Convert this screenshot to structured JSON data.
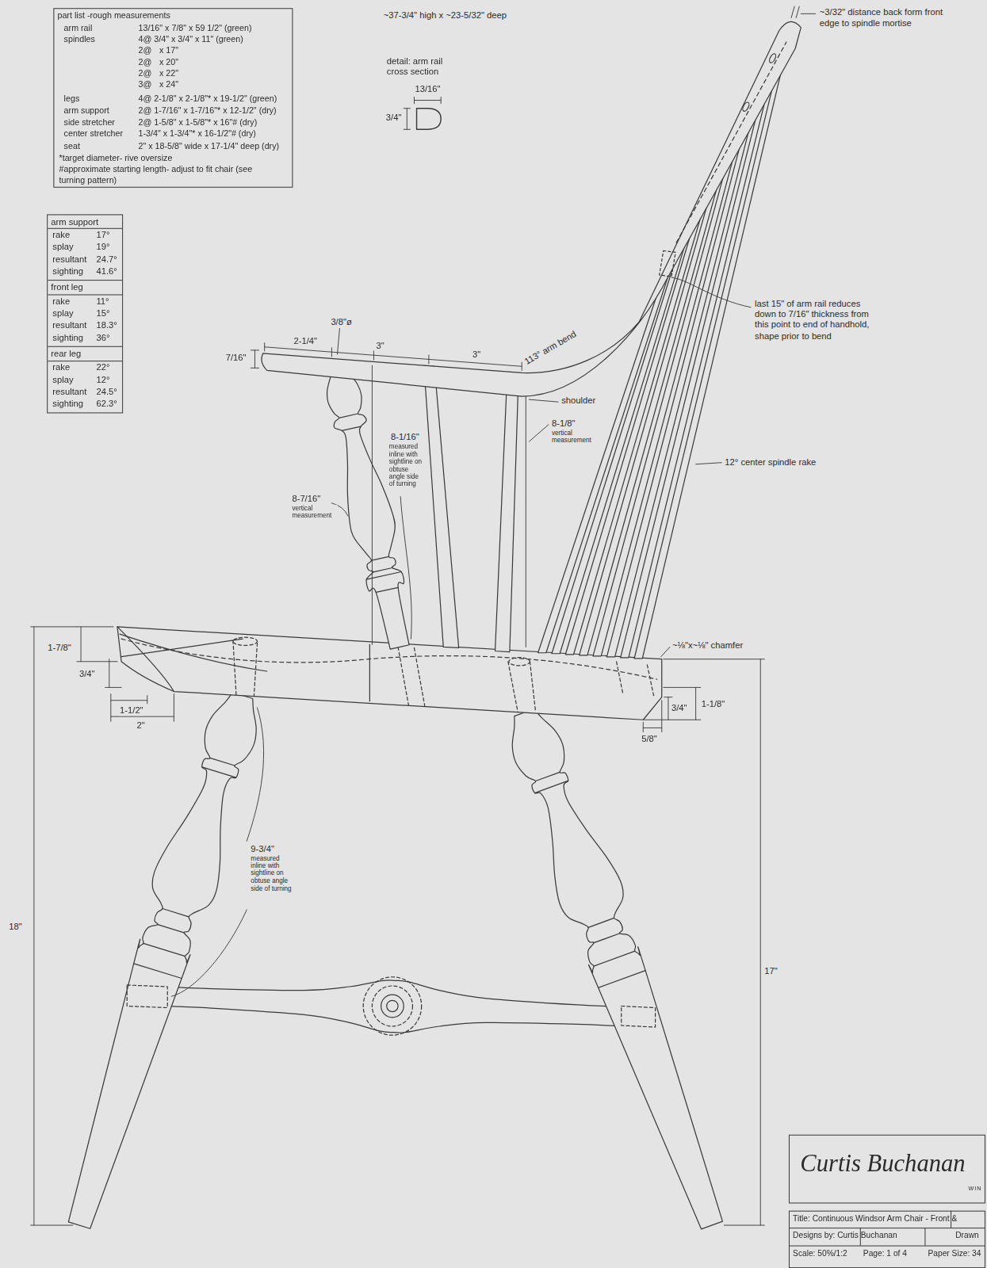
{
  "diagram": {
    "nodes": [
      {
        "text": [
          "part list -rough measurements",
          "arm rail",
          "13/16\" x 7/8\" x 59 1/2\" (green)",
          "spindles",
          "4@ 3/4\" x 3/4\" x 11\" (green)",
          "2@",
          "x 17\"",
          "2@",
          "x 20\"",
          "2@",
          "x 22\"",
          "3@",
          "x 24\"",
          "legs",
          "4@ 2-1/8\" x 2-1/8\"* x 19-1/2\" (green)",
          "arm support",
          "2@ 1-7/16\" x 1-7/16\"* x 12-1/2\" (dry)",
          "side stretcher",
          "2@ 1-5/8\" x 1-5/8\"* x 16\"# (dry)",
          "center stretcher",
          "1-3/4\" x 1-3/4\"* x 16-1/2\"# (dry)",
          "seat",
          "2\" x 18-5/8\" wide x 17-1/4\" deep (dry)",
          "*target diameter- rive oversize",
          "#approximate starting length- adjust to fit chair (see turning pattern)"
        ]
      },
      {
        "text": [
          "arm support",
          "rake",
          "17°",
          "splay",
          "19°",
          "resultant",
          "24.7°",
          "sighting",
          "41.6°",
          "front leg",
          "rake",
          "11°",
          "splay",
          "15°",
          "resultant",
          "18.3°",
          "sighting",
          "36°",
          "rear leg",
          "rake",
          "22°",
          "splay",
          "12°",
          "resultant",
          "24.5°",
          "sighting",
          "62.3°"
        ]
      },
      {
        "text": [
          "Curtis Buchanan",
          "WIN",
          "Title: Continuous Windsor Arm Chair - Front &",
          "Designs by: Curtis Buchanan",
          "Drawn",
          "Scale: 50%/1:2",
          "Page: 1 of 4",
          "Paper Size: 34"
        ]
      }
    ],
    "labels": [
      "~37-3/4\" high x ~23-5/32\" deep",
      "detail: arm rail cross section",
      "13/16\"",
      "3/4\"",
      "~3/32\" distance back form front edge to spindle mortise",
      "last 15\" of arm rail reduces down to 7/16\" thickness from this point to end of handhold, shape prior to bend",
      "113° arm bend",
      "shoulder",
      "8-1/8\"",
      "vertical measurement",
      "12° center spindle rake",
      "3/8\"ø",
      "2-1/4\"",
      "3\"",
      "3\"",
      "7/16\"",
      "8-1/16\"",
      "measured inline with sightline on obtuse angle side of turning",
      "8-7/16\"",
      "vertical measurement",
      "1-7/8\"",
      "3/4\"",
      "1-1/2\"",
      "2\"",
      "~⅛\"x~⅛\" chamfer",
      "3/4\"",
      "1-1/8\"",
      "5/8\"",
      "9-3/4\"",
      "measured inline with sightline on obtuse angle side of turning",
      "18\"",
      "17\""
    ]
  }
}
